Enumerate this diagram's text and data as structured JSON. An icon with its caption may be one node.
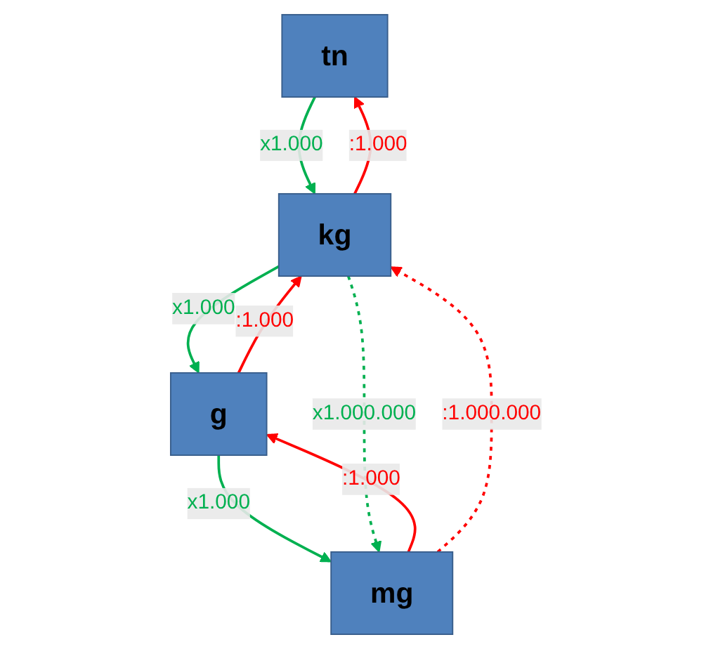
{
  "diagram": {
    "nodes": [
      {
        "text": [
          "tn"
        ]
      },
      {
        "text": [
          "kg"
        ]
      },
      {
        "text": [
          "g"
        ]
      },
      {
        "text": [
          "mg"
        ]
      }
    ],
    "edges": [
      {
        "from": 0,
        "to": 1,
        "arrow": "to",
        "label": "x1.000",
        "color": "#00b050"
      },
      {
        "from": 1,
        "to": 2,
        "arrow": "to",
        "label": "x1.000",
        "color": "#00b050"
      },
      {
        "from": 2,
        "to": 3,
        "arrow": "to",
        "label": "x1.000",
        "color": "#00b050"
      },
      {
        "from": 1,
        "to": 3,
        "arrow": "to",
        "label": "x1.000.000",
        "style": "dashed",
        "color": "#00b050"
      },
      {
        "from": 1,
        "to": 0,
        "arrow": "to",
        "label": ":1.000",
        "color": "#ff0000"
      },
      {
        "from": 2,
        "to": 1,
        "arrow": "to",
        "label": ":1.000",
        "color": "#ff0000"
      },
      {
        "from": 3,
        "to": 2,
        "arrow": "to",
        "label": ":1.000",
        "color": "#ff0000"
      },
      {
        "from": 3,
        "to": 1,
        "arrow": "to",
        "label": ":1.000.000",
        "style": "dashed",
        "color": "#ff0000"
      }
    ]
  }
}
